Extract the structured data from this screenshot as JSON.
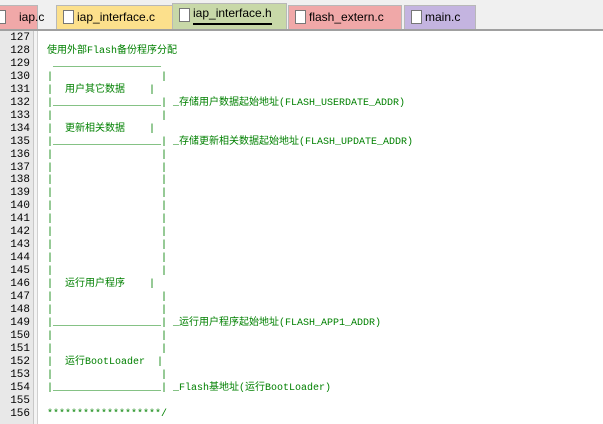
{
  "tabs": [
    {
      "label": "iap.c",
      "color": "#f0a8a8",
      "active": false
    },
    {
      "label": "iap_interface.c",
      "color": "#fce08c",
      "active": false
    },
    {
      "label": "iap_interface.h",
      "color": "#c8d8a8",
      "active": true
    },
    {
      "label": "flash_extern.c",
      "color": "#f0a8a8",
      "active": false
    },
    {
      "label": "main.c",
      "color": "#c4b4e0",
      "active": false
    }
  ],
  "lines": [
    {
      "n": "127",
      "t": ""
    },
    {
      "n": "128",
      "t": "使用外部Flash备份程序分配"
    },
    {
      "n": "129",
      "t": " __________________"
    },
    {
      "n": "130",
      "t": "|                  |"
    },
    {
      "n": "131",
      "t": "|  用户其它数据    |"
    },
    {
      "n": "132",
      "t": "|__________________| _存储用户数据起始地址(FLASH_USERDATE_ADDR)"
    },
    {
      "n": "133",
      "t": "|                  |"
    },
    {
      "n": "134",
      "t": "|  更新相关数据    |"
    },
    {
      "n": "135",
      "t": "|__________________| _存储更新相关数据起始地址(FLASH_UPDATE_ADDR)"
    },
    {
      "n": "136",
      "t": "|                  |"
    },
    {
      "n": "137",
      "t": "|                  |"
    },
    {
      "n": "138",
      "t": "|                  |"
    },
    {
      "n": "139",
      "t": "|                  |"
    },
    {
      "n": "140",
      "t": "|                  |"
    },
    {
      "n": "141",
      "t": "|                  |"
    },
    {
      "n": "142",
      "t": "|                  |"
    },
    {
      "n": "143",
      "t": "|                  |"
    },
    {
      "n": "144",
      "t": "|                  |"
    },
    {
      "n": "145",
      "t": "|                  |"
    },
    {
      "n": "146",
      "t": "|  运行用户程序    |"
    },
    {
      "n": "147",
      "t": "|                  |"
    },
    {
      "n": "148",
      "t": "|                  |"
    },
    {
      "n": "149",
      "t": "|__________________| _运行用户程序起始地址(FLASH_APP1_ADDR)"
    },
    {
      "n": "150",
      "t": "|                  |"
    },
    {
      "n": "151",
      "t": "|                  |"
    },
    {
      "n": "152",
      "t": "|  运行BootLoader  |"
    },
    {
      "n": "153",
      "t": "|                  |"
    },
    {
      "n": "154",
      "t": "|__________________| _Flash基地址(运行BootLoader)"
    },
    {
      "n": "155",
      "t": ""
    },
    {
      "n": "156",
      "t": "*******************/"
    }
  ]
}
